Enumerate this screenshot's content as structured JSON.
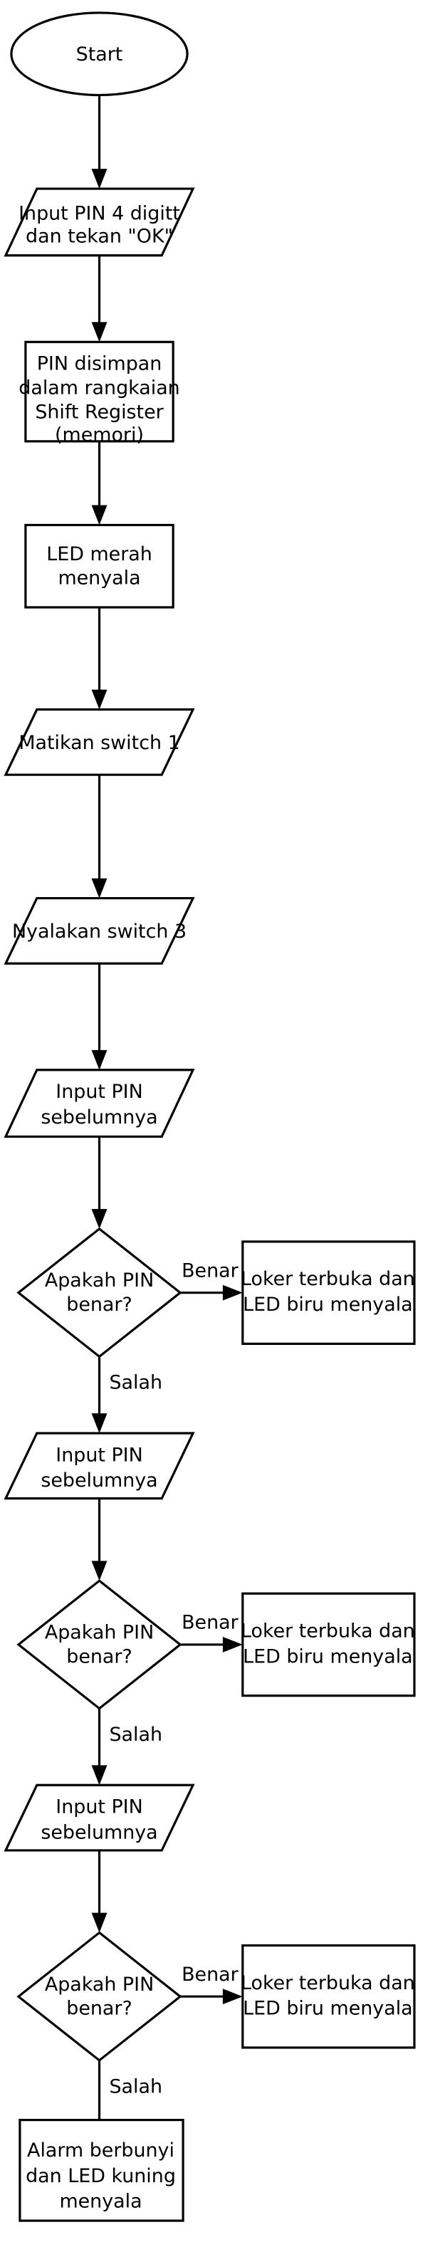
{
  "diagram": {
    "title": "Flowchart Sistem Loker PIN",
    "type": "flowchart",
    "background_color": "#ffffff",
    "line_color": "#000000",
    "text_color": "#000000",
    "nodes": [
      {
        "id": "start",
        "shape": "ellipse",
        "lines": [
          "Start"
        ]
      },
      {
        "id": "input-pin-4-digit",
        "shape": "parallelogram",
        "lines": [
          "Input PIN 4 digitt",
          "dan tekan \"OK\""
        ]
      },
      {
        "id": "pin-disimpan",
        "shape": "rectangle",
        "lines": [
          "PIN disimpan",
          "dalam rangkaian",
          "Shift Register",
          "(memori)"
        ]
      },
      {
        "id": "led-merah",
        "shape": "rectangle",
        "lines": [
          "LED merah",
          "menyala"
        ]
      },
      {
        "id": "matikan-switch-1",
        "shape": "parallelogram",
        "lines": [
          "Matikan switch 1"
        ]
      },
      {
        "id": "nyalakan-switch-3",
        "shape": "parallelogram",
        "lines": [
          "Nyalakan switch 3"
        ]
      },
      {
        "id": "input-pin-sebelumnya-1",
        "shape": "parallelogram",
        "lines": [
          "Input PIN",
          "sebelumnya"
        ]
      },
      {
        "id": "apakah-pin-benar-1",
        "shape": "diamond",
        "lines": [
          "Apakah PIN",
          "benar?"
        ]
      },
      {
        "id": "loker-terbuka-1",
        "shape": "rectangle",
        "lines": [
          "Loker terbuka dan",
          "LED biru menyala"
        ]
      },
      {
        "id": "input-pin-sebelumnya-2",
        "shape": "parallelogram",
        "lines": [
          "Input PIN",
          "sebelumnya"
        ]
      },
      {
        "id": "apakah-pin-benar-2",
        "shape": "diamond",
        "lines": [
          "Apakah PIN",
          "benar?"
        ]
      },
      {
        "id": "loker-terbuka-2",
        "shape": "rectangle",
        "lines": [
          "Loker terbuka dan",
          "LED biru menyala"
        ]
      },
      {
        "id": "input-pin-sebelumnya-3",
        "shape": "parallelogram",
        "lines": [
          "Input PIN",
          "sebelumnya"
        ]
      },
      {
        "id": "apakah-pin-benar-3",
        "shape": "diamond",
        "lines": [
          "Apakah PIN",
          "benar?"
        ]
      },
      {
        "id": "loker-terbuka-3",
        "shape": "rectangle",
        "lines": [
          "Loker terbuka dan",
          "LED biru menyala"
        ]
      },
      {
        "id": "alarm-berbunyi",
        "shape": "rectangle",
        "lines": [
          "Alarm berbunyi",
          "dan LED kuning",
          "menyala"
        ]
      }
    ],
    "edge_labels": {
      "benar_1": "Benar",
      "salah_1": "Salah",
      "benar_2": "Benar",
      "salah_2": "Salah",
      "benar_3": "Benar",
      "salah_3": "Salah"
    },
    "text": {
      "start": "Start",
      "input_pin_4_digit_l1": "Input PIN 4 digitt",
      "input_pin_4_digit_l2": "dan tekan \"OK\"",
      "pin_disimpan_l1": "PIN disimpan",
      "pin_disimpan_l2": "dalam rangkaian",
      "pin_disimpan_l3": "Shift Register",
      "pin_disimpan_l4": "(memori)",
      "led_merah_l1": "LED merah",
      "led_merah_l2": "menyala",
      "matikan_switch_1": "Matikan switch 1",
      "nyalakan_switch_3": "Nyalakan switch 3",
      "input_pin_seb_l1": "Input PIN",
      "input_pin_seb_l2": "sebelumnya",
      "apakah_pin_l1": "Apakah PIN",
      "apakah_pin_l2": "benar?",
      "loker_l1": "Loker terbuka dan",
      "loker_l2": "LED biru menyala",
      "alarm_l1": "Alarm berbunyi",
      "alarm_l2": "dan LED kuning",
      "alarm_l3": "menyala",
      "benar": "Benar",
      "salah": "Salah"
    }
  }
}
